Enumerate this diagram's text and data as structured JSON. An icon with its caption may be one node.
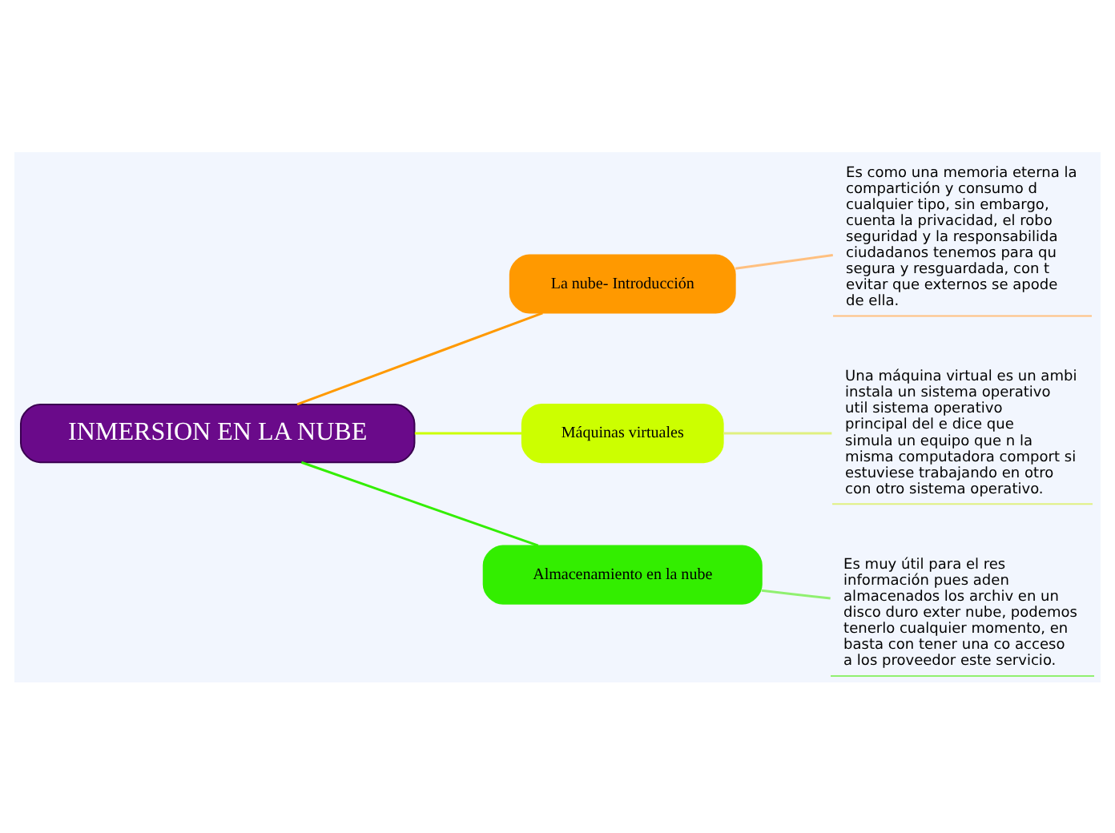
{
  "diagram": {
    "nodes": [
      {
        "text": [
          "INMERSION EN LA NUBE"
        ]
      },
      {
        "text": [
          "La nube- Introducción"
        ]
      },
      {
        "text": [
          "Es como una memoria eterna la compartición y consumo d cualquier tipo, sin embargo, cuenta la privacidad, el robo seguridad y la responsabilida ciudadanos tenemos para qu segura y resguardada, con t evitar que externos se apode de ella."
        ]
      },
      {
        "text": [
          "Máquinas virtuales"
        ]
      },
      {
        "text": [
          "Una máquina virtual es un ambi instala un sistema operativo util sistema operativo principal del e dice que simula un equipo que n la misma computadora comport si estuviese trabajando en otro con otro sistema operativo."
        ]
      },
      {
        "text": [
          "Almacenamiento en la nube"
        ]
      },
      {
        "text": [
          "Es muy útil para el res información pues aden almacenados los archiv en un disco duro exter nube, podemos tenerlo cualquier momento, en basta con tener una co acceso a los proveedor este servicio."
        ]
      }
    ],
    "edges": [
      {
        "from": 0,
        "to": 1,
        "arrow": "none",
        "color": "#ff9900"
      },
      {
        "from": 1,
        "to": 2,
        "arrow": "none",
        "color": "#ffc080"
      },
      {
        "from": 0,
        "to": 3,
        "arrow": "none",
        "color": "#ccff00"
      },
      {
        "from": 3,
        "to": 4,
        "arrow": "none",
        "color": "#e0f080"
      },
      {
        "from": 0,
        "to": 5,
        "arrow": "none",
        "color": "#33ee00"
      },
      {
        "from": 5,
        "to": 6,
        "arrow": "none",
        "color": "#90f070"
      }
    ]
  }
}
